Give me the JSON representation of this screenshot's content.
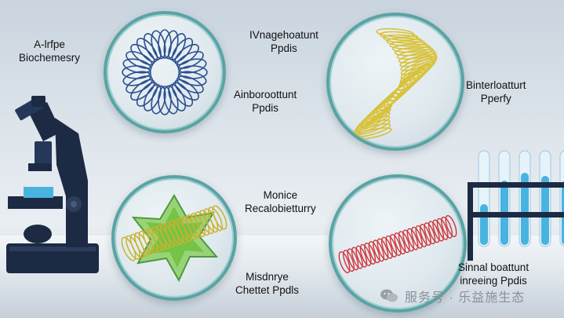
{
  "labels": {
    "top_left": [
      "A-lrfpe",
      "Biochemesry"
    ],
    "top_center": [
      "IVnagehoatunt",
      "Ppdis"
    ],
    "mid_left_circle": [
      "Ainboroottunt",
      "Ppdis"
    ],
    "right_top": [
      "Binterloatturt",
      "Pperfy"
    ],
    "center": [
      "Monice",
      "Recalobietturry"
    ],
    "bottom_center": [
      "Misdnrye",
      "Chettet Ppdls"
    ],
    "bottom_right": [
      "Sinnal boattunt",
      "inreeing Ppdis"
    ]
  },
  "watermark": {
    "text": "服务号 · 乐益施生态"
  },
  "icons": [
    "microscope-icon",
    "test-tube-rack-icon",
    "protein-helix-icon",
    "wechat-icon"
  ],
  "colors": {
    "teal_ring": "#5aa3a4",
    "microscope": "#1c2a44",
    "tube_liquid": "#49b3e0",
    "helix_blue": "#2c4f8f",
    "helix_yellow": "#d8c23a",
    "helix_red": "#d0343a",
    "protein_green": "#6cbf3a"
  }
}
